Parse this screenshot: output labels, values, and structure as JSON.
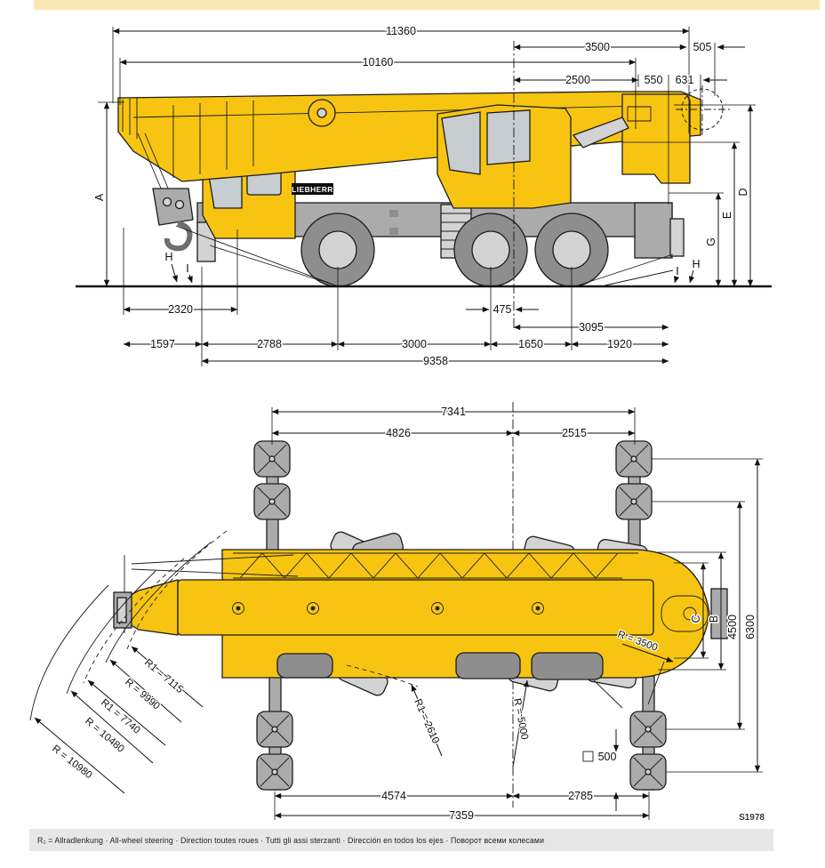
{
  "side_view": {
    "dims": {
      "d11360": "11360",
      "d3500": "3500",
      "d505": "505",
      "d10160": "10160",
      "d2500": "2500",
      "d550": "550",
      "d631": "631",
      "d2320": "2320",
      "d475": "475",
      "d3095": "3095",
      "d1597": "1597",
      "d2788": "2788",
      "d3000": "3000",
      "d1650": "1650",
      "d1920": "1920",
      "d9358": "9358"
    },
    "letters": {
      "a": "A",
      "d": "D",
      "e": "E",
      "g": "G",
      "h": "H",
      "i": "I"
    },
    "logo": "LIEBHERR"
  },
  "top_view": {
    "dims": {
      "d7341": "7341",
      "d4826": "4826",
      "d2515": "2515",
      "d4500": "4500",
      "d6300": "6300",
      "d4574": "4574",
      "d2785": "2785",
      "d7359": "7359"
    },
    "letters": {
      "b": "B",
      "c": "C"
    },
    "radii": {
      "r1_7115": "R1 = 7115",
      "r_9990": "R = 9990",
      "r1_7740": "R1 = 7740",
      "r_10480": "R = 10480",
      "r_10980": "R = 10980",
      "r_3500": "R = 3500",
      "r1_2610": "R1 = 2610",
      "r_5000": "R = 5000"
    },
    "pad_size_label": "500",
    "figure_code": "S1978"
  },
  "footer": {
    "legend": "R₁ = Allradlenkung · All-wheel steering · Direction toutes roues · Tutti gli assi sterzanti · Dirección en todos los ejes · Поворот всеми колесами"
  },
  "colors": {
    "crane_yellow": "#F7C511",
    "accent_bar": "#FAE7B3",
    "line": "#111111"
  }
}
